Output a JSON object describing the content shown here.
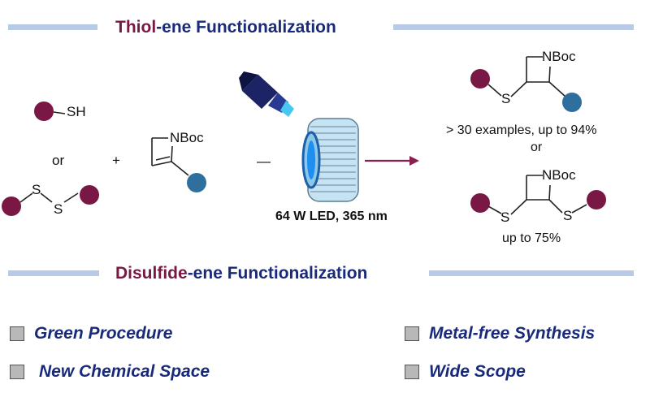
{
  "header_top": {
    "accent": "Thiol",
    "rest": "-ene Functionalization"
  },
  "header_bottom": {
    "accent": "Disulfide",
    "rest": "-ene Functionalization"
  },
  "reagents": {
    "thiol_label": "SH",
    "or_left": "or",
    "plus": "+",
    "disulfide_s1": "S",
    "disulfide_s2": "S",
    "azetine_group": "NBoc"
  },
  "conditions": {
    "dash": "—",
    "label": "64 W LED, 365 nm"
  },
  "products": {
    "top_group": "NBoc",
    "top_s": "S",
    "top_yield": "> 30 examples, up to 94%",
    "or_right": "or",
    "bottom_group": "NBoc",
    "bottom_s1": "S",
    "bottom_s2": "S",
    "bottom_yield": "up to 75%"
  },
  "features": [
    {
      "label": "Green Procedure"
    },
    {
      "label": "New Chemical Space"
    },
    {
      "label": "Metal-free Synthesis"
    },
    {
      "label": "Wide Scope"
    }
  ],
  "colors": {
    "accent_maroon": "#7a1845",
    "navy": "#1a2a7a",
    "header_line": "#b8cbe6",
    "r_group_blue": "#2e6f9e",
    "feature_box": "#b8b8b8"
  }
}
